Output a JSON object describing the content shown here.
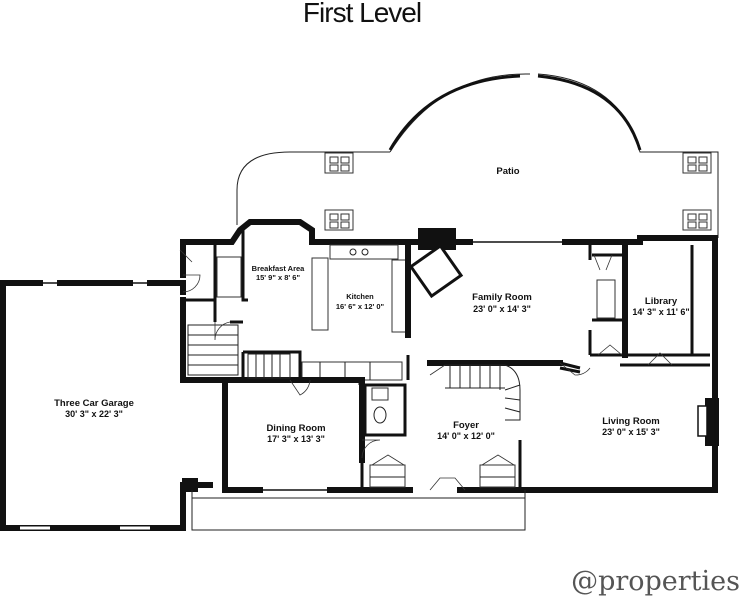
{
  "title": "First Level",
  "rooms": {
    "patio": {
      "name": "Patio"
    },
    "breakfast": {
      "name": "Breakfast Area",
      "dims": "15' 9\" x 8' 6\""
    },
    "kitchen": {
      "name": "Kitchen",
      "dims": "16' 6\" x 12' 0\""
    },
    "family": {
      "name": "Family Room",
      "dims": "23' 0\" x 14' 3\""
    },
    "library": {
      "name": "Library",
      "dims": "14' 3\" x 11' 6\""
    },
    "garage": {
      "name": "Three Car Garage",
      "dims": "30' 3\" x 22' 3\""
    },
    "dining": {
      "name": "Dining Room",
      "dims": "17' 3\" x 13' 3\""
    },
    "foyer": {
      "name": "Foyer",
      "dims": "14' 0\" x 12' 0\""
    },
    "living": {
      "name": "Living Room",
      "dims": "23' 0\" x 15' 3\""
    }
  },
  "brand": "@properties",
  "colors": {
    "wall": "#111111",
    "background": "#ffffff",
    "brand": "#555555"
  }
}
